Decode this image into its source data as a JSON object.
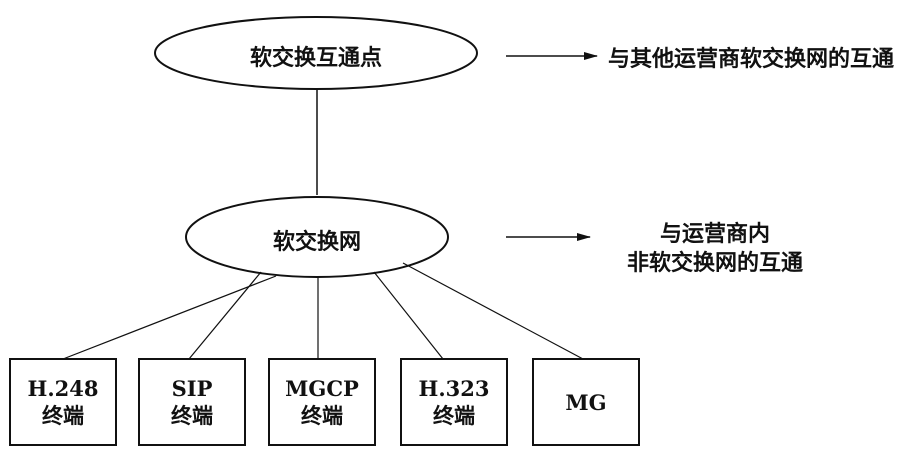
{
  "nodes": {
    "top_ellipse": "软交换互通点",
    "mid_ellipse": "软交换网"
  },
  "annotations": {
    "top": "与其他运营商软交换网的互通",
    "mid_line1": "与运营商内",
    "mid_line2": "非软交换网的互通"
  },
  "terminals": [
    {
      "line1": "H.248",
      "line2": "终端"
    },
    {
      "line1": "SIP",
      "line2": "终端"
    },
    {
      "line1": "MGCP",
      "line2": "终端"
    },
    {
      "line1": "H.323",
      "line2": "终端"
    },
    {
      "line1": "MG",
      "line2": ""
    }
  ]
}
